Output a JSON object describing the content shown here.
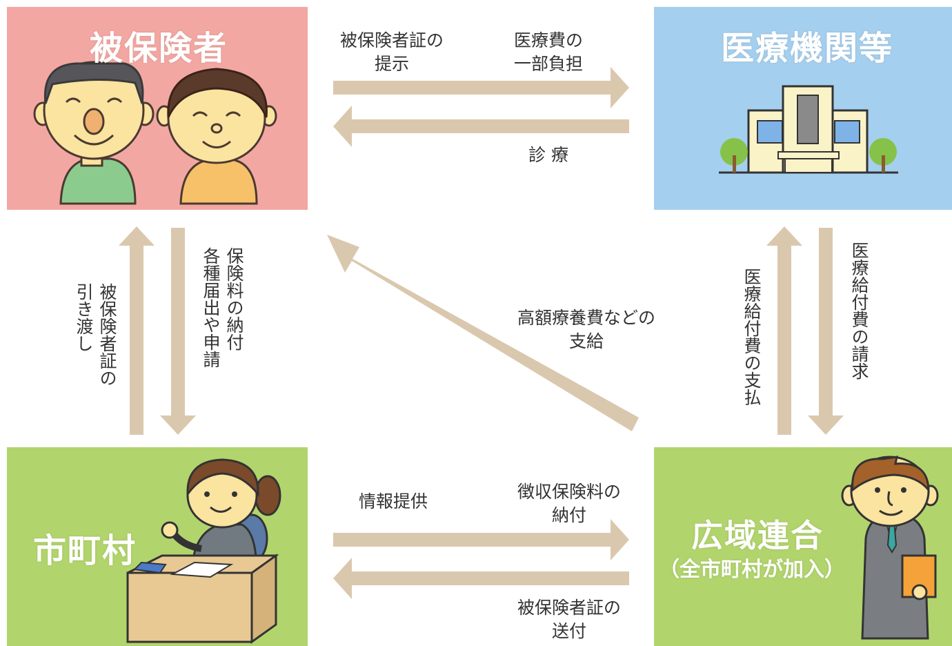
{
  "boxes": {
    "insured": {
      "title": "被保険者",
      "color": "#f3a7a3"
    },
    "medical": {
      "title": "医療機関等",
      "color": "#a5cfee"
    },
    "municipality": {
      "title": "市町村",
      "color": "#b2d46d"
    },
    "union": {
      "title": "広域連合",
      "subtitle": "（全市町村が加入）",
      "color": "#b2d46d"
    }
  },
  "flows": {
    "present_card": [
      "被保険者証の",
      "提示"
    ],
    "partial_payment": [
      "医療費の",
      "一部負担"
    ],
    "treatment": "診 療",
    "card_delivery": [
      "被保険者証の",
      "引き渡し"
    ],
    "premium_payment": [
      "保険料の納付",
      "各種届出や申請"
    ],
    "high_cost": [
      "高額療養費などの",
      "支給"
    ],
    "benefit_payment": "医療給付費の支払",
    "benefit_claim": "医療給付費の請求",
    "info_provide": "情報提供",
    "premium_transfer": [
      "徴収保険料の",
      "納付"
    ],
    "card_send": [
      "被保険者証の",
      "送付"
    ]
  },
  "colors": {
    "arrow": "#dac8ae",
    "text": "#333333"
  },
  "icons": [
    "elderly-man-icon",
    "elderly-woman-icon",
    "hospital-building-icon",
    "clerk-woman-icon",
    "office-desk-icon",
    "businessman-icon"
  ]
}
